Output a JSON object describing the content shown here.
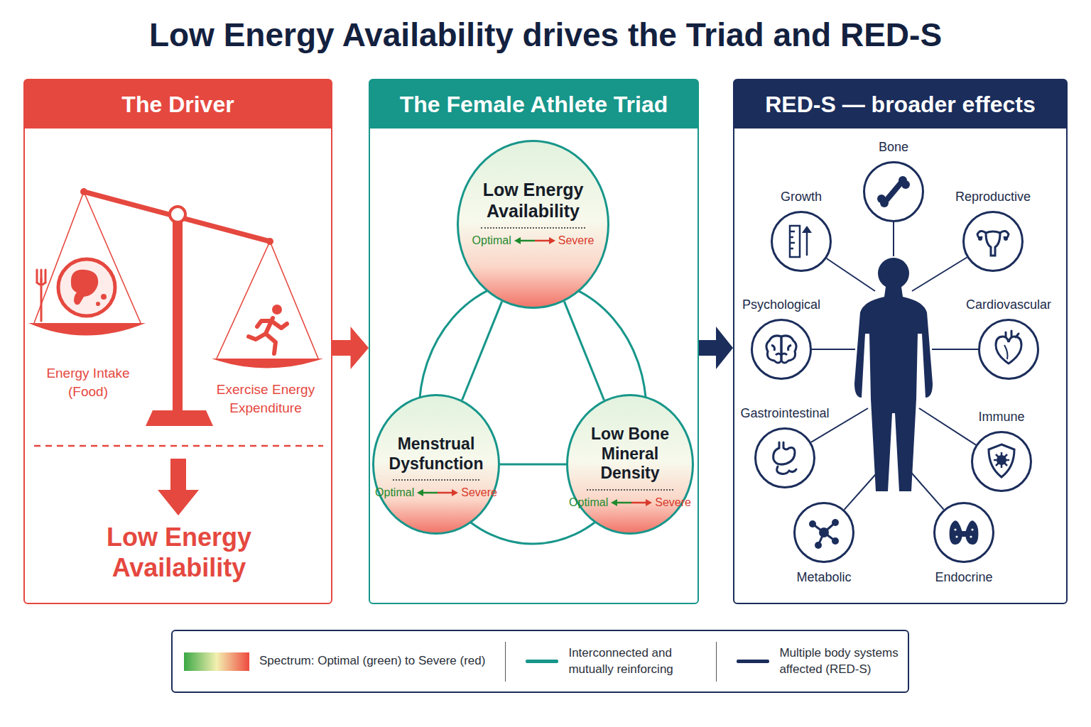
{
  "diagram": {
    "title": "Low Energy Availability drives the Triad and RED-S",
    "nodes": [
      {
        "text": [
          "The Driver",
          "Energy Intake (Food)",
          "Exercise Energy Expenditure",
          "Low Energy Availability"
        ]
      },
      {
        "text": [
          "The Female Athlete Triad"
        ]
      },
      {
        "text": [
          "Low Energy Availability",
          "Optimal",
          "Severe"
        ],
        "in": 1
      },
      {
        "text": [
          "Menstrual Dysfunction",
          "Optimal",
          "Severe"
        ],
        "in": 1
      },
      {
        "text": [
          "Low Bone Mineral Density",
          "Optimal",
          "Severe"
        ],
        "in": 1
      },
      {
        "text": [
          "RED-S — broader effects"
        ]
      },
      {
        "text": [
          "Bone"
        ],
        "in": 5
      },
      {
        "text": [
          "Growth"
        ],
        "in": 5
      },
      {
        "text": [
          "Reproductive"
        ],
        "in": 5
      },
      {
        "text": [
          "Psychological"
        ],
        "in": 5
      },
      {
        "text": [
          "Cardiovascular"
        ],
        "in": 5
      },
      {
        "text": [
          "Gastrointestinal"
        ],
        "in": 5
      },
      {
        "text": [
          "Immune"
        ],
        "in": 5
      },
      {
        "text": [
          "Metabolic"
        ],
        "in": 5
      },
      {
        "text": [
          "Endocrine"
        ],
        "in": 5
      }
    ],
    "edges": [
      {
        "from": 0,
        "to": 1,
        "arrow": "to"
      },
      {
        "from": 1,
        "to": 5,
        "arrow": "to"
      },
      {
        "from": 2,
        "to": 3,
        "arrow": "none"
      },
      {
        "from": 2,
        "to": 4,
        "arrow": "none"
      },
      {
        "from": 3,
        "to": 4,
        "arrow": "none"
      }
    ],
    "legend": [
      {
        "text": "Spectrum: Optimal (green) to Severe (red)"
      },
      {
        "text": "Interconnected and mutually reinforcing"
      },
      {
        "text": "Multiple body systems affected (RED-S)"
      }
    ]
  }
}
